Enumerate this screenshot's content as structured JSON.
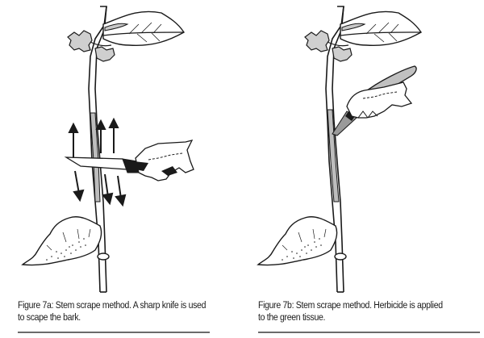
{
  "figures": [
    {
      "id": "7a",
      "caption": {
        "line1": "Figure 7a: Stem scrape method. A sharp knife is used",
        "line2": "to scape the bark."
      },
      "illustration": {
        "subject": "vine-stem-with-knife-scraping",
        "elements": [
          "stem",
          "top-leaf",
          "flower-cluster",
          "bottom-leaf",
          "hand",
          "knife",
          "scrape-arrows-up",
          "scrape-arrows-down",
          "scraped-bark-strip"
        ]
      }
    },
    {
      "id": "7b",
      "caption": {
        "line1": "Figure 7b: Stem scrape method. Herbicide is applied",
        "line2": "to the green tissue."
      },
      "illustration": {
        "subject": "vine-stem-with-herbicide-brush",
        "elements": [
          "stem",
          "top-leaf",
          "flower-cluster",
          "bottom-leaf",
          "hand",
          "paint-brush",
          "treated-strip"
        ]
      }
    }
  ],
  "colors": {
    "ink": "#1a1a1a",
    "fill_gray": "#c8c8c8",
    "rule": "#6b6b6b",
    "background": "#ffffff"
  }
}
